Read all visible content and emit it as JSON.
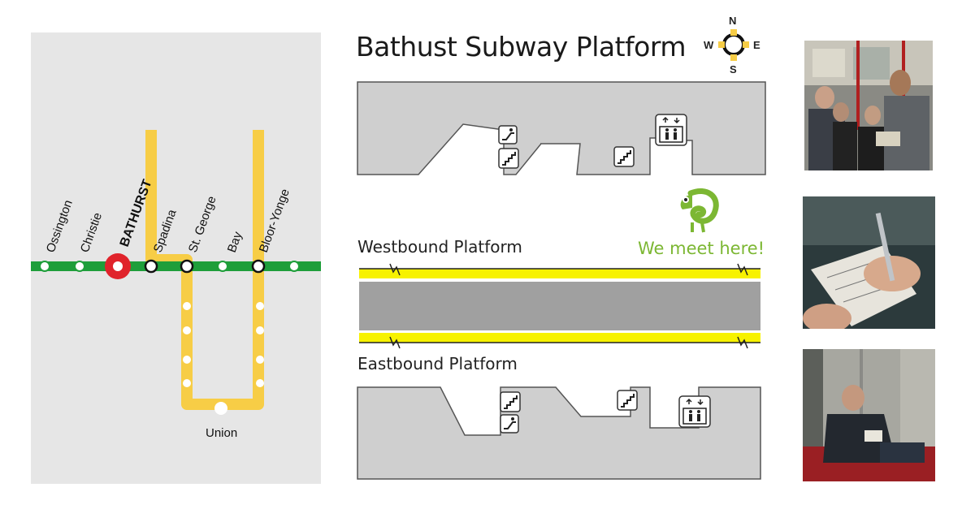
{
  "title": "Bathust Subway Platform",
  "compass": {
    "n": "N",
    "s": "S",
    "e": "E",
    "w": "W"
  },
  "map": {
    "stations": [
      "Ossington",
      "Christie",
      "BATHURST",
      "Spadina",
      "St. George",
      "Bay",
      "Bloor-Yonge"
    ],
    "terminus": "Union",
    "colors": {
      "line2": "#1e9e3a",
      "line1": "#f7cd46",
      "current": "#e0232b",
      "background": "#e6e6e6"
    }
  },
  "platforms": {
    "westbound_label": "Westbound Platform",
    "eastbound_label": "Eastbound Platform",
    "meet_text": "We meet here!",
    "track_color": "#f7f200",
    "floor_color": "#a0a0a0",
    "meet_color": "#7cb733"
  },
  "icons": [
    "escalator-icon",
    "stairs-icon",
    "elevator-icon",
    "chameleon-icon",
    "compass-icon"
  ]
}
